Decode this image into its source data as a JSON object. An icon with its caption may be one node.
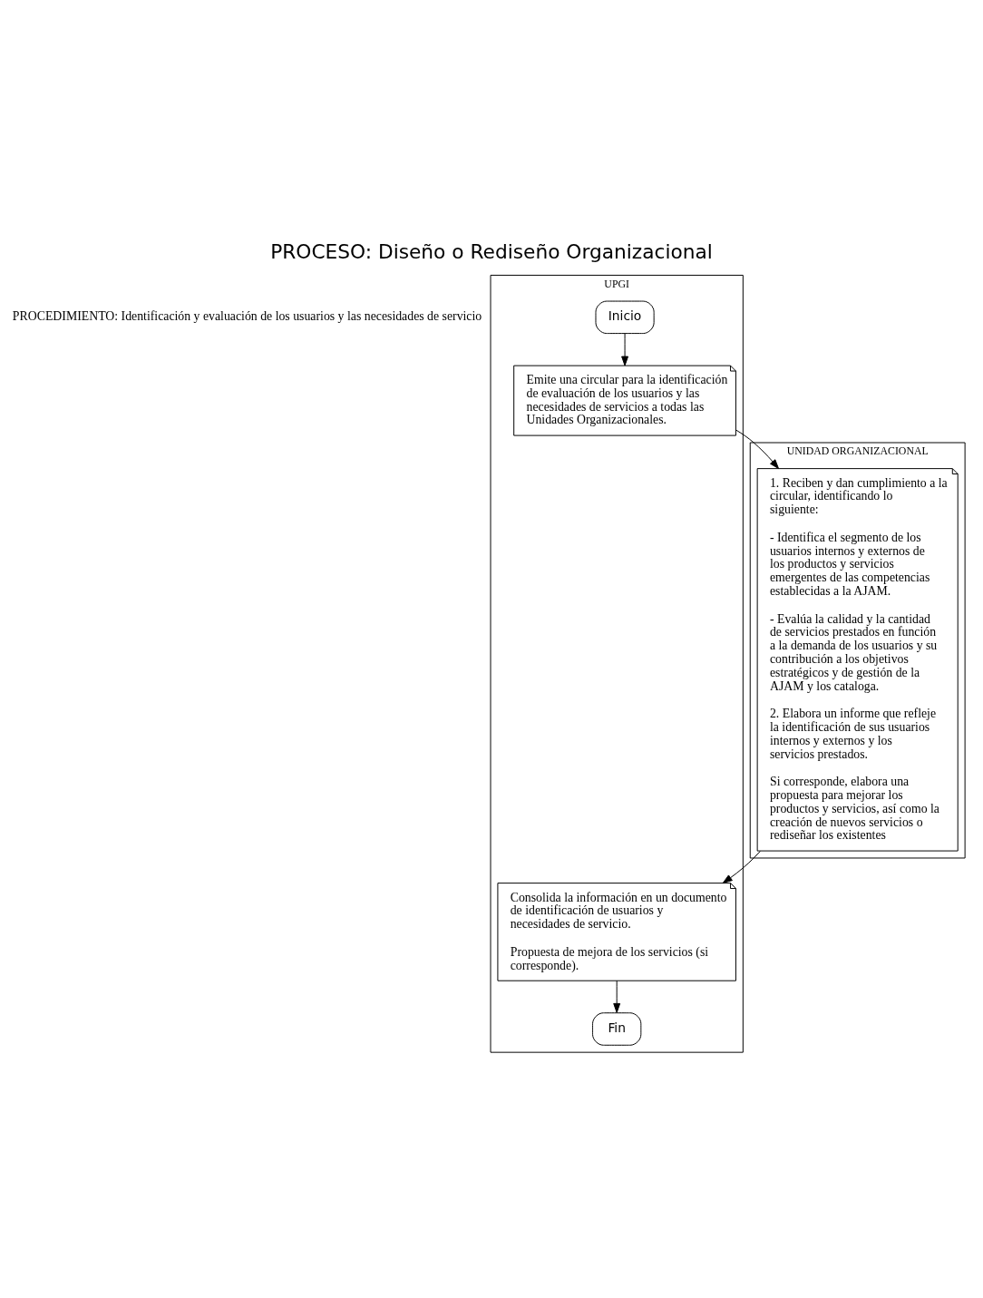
{
  "diagram": {
    "title": "PROCESO: Diseño o Rediseño Organizacional",
    "nodes": [
      {
        "text": [
          "UNIDAD ORGANIZACIONAL"
        ]
      },
      {
        "text": [
          "UPGI"
        ]
      },
      {
        "text": [
          "Inicio"
        ],
        "in": 1
      },
      {
        "text": [
          "Emite una circular para la identificación de evaluación de los usuarios y las necesidades de servicios a todas las Unidades Organizacionales."
        ],
        "in": 1
      },
      {
        "text": [
          "1. Reciben y dan cumplimiento a la circular, identificando lo siguiente:",
          "- Identifica el segmento de los usuarios internos y externos de los productos y servicios emergentes de las competencias establecidas a la AJAM.",
          "- Evalúa la calidad y la cantidad de servicios prestados en función a la demanda de los usuarios y su contribución a los objetivos estratégicos y de gestión de la AJAM y los cataloga.",
          "2. Elabora un informe que refleje la identificación de sus usuarios internos y externos y los servicios prestados.",
          "Si corresponde, elabora una propuesta para mejorar los productos y servicios, así como la creación de nuevos servicios o rediseñar los existentes"
        ],
        "in": 0
      },
      {
        "text": [
          "Consolida la información en un documento de identificación de usuarios y necesidades de servicio.",
          "Propuesta de mejora de los servicios (si corresponde)."
        ],
        "in": 1
      },
      {
        "text": [
          "Fin"
        ],
        "in": 1
      }
    ],
    "edges": [
      {
        "from": 2,
        "to": 3,
        "arrow": "to"
      },
      {
        "from": 3,
        "to": 4,
        "arrow": "to"
      },
      {
        "from": 4,
        "to": 5,
        "arrow": "to"
      },
      {
        "from": 5,
        "to": 6,
        "arrow": "to"
      }
    ],
    "labels": [
      "PROCEDIMIENTO: Identificación y evaluación de los usuarios y las necesidades de servicio"
    ]
  }
}
